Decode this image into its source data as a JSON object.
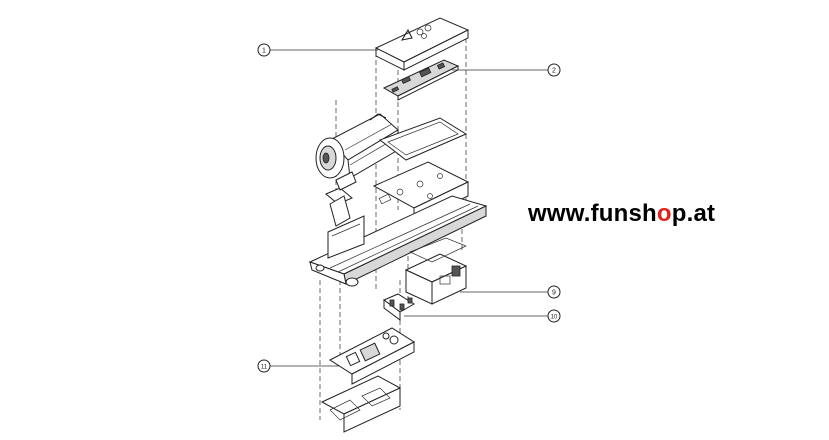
{
  "brand": {
    "prefix": "www.funsh",
    "highlight": "o",
    "suffix": "p.at",
    "highlight_color": "#e2231a"
  },
  "callouts": [
    "1",
    "2",
    "9",
    "10",
    "11"
  ]
}
